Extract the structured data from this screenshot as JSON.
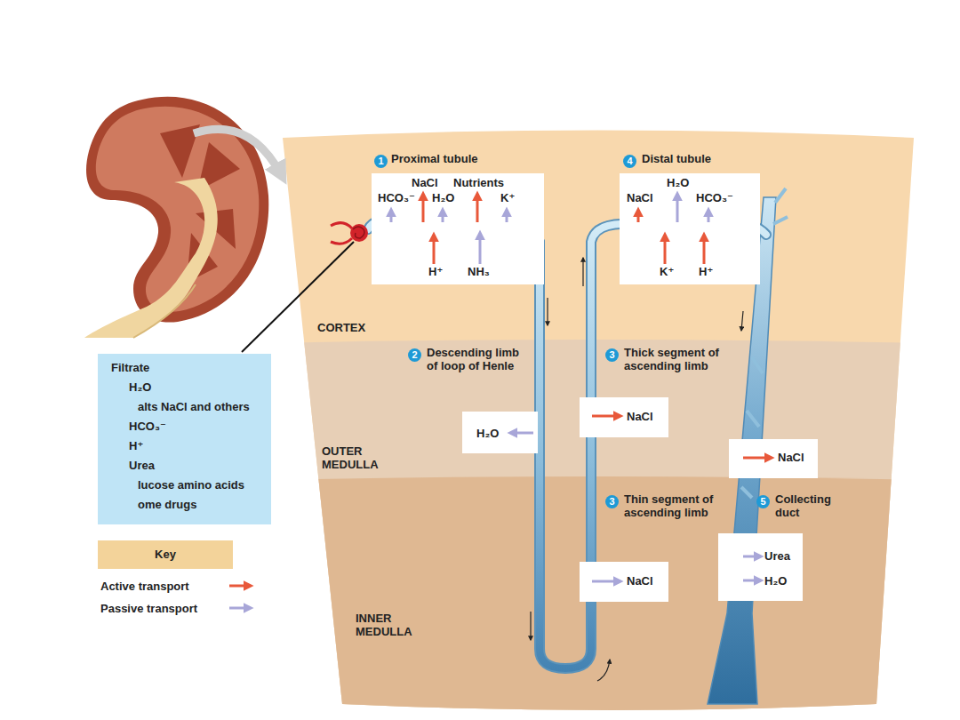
{
  "diagram": {
    "nodes": [
      {
        "text": [
          "Filtrate",
          "H₂O",
          "alts NaCl and others",
          "HCO₃⁻",
          "H⁺",
          "Urea",
          "lucose amino acids",
          "ome drugs"
        ]
      },
      {
        "text": [
          "Proximal tubule",
          "HCO₃⁻",
          "NaCl",
          "Nutrients",
          "H₂O",
          "K⁺",
          "H⁺",
          "NH₃"
        ]
      },
      {
        "text": [
          "Distal tubule",
          "H₂O",
          "NaCl",
          "HCO₃⁻",
          "K⁺",
          "H⁺"
        ]
      },
      {
        "text": [
          "H₂O"
        ]
      },
      {
        "text": [
          "NaCl"
        ]
      },
      {
        "text": [
          "NaCl"
        ]
      },
      {
        "text": [
          "NaCl"
        ]
      },
      {
        "text": [
          "Urea",
          "H₂O"
        ]
      },
      {
        "text": [
          "Key"
        ]
      }
    ],
    "labels": [
      "1",
      "2",
      "3",
      "3",
      "4",
      "5",
      "CORTEX",
      "Descending limb of loop of Henle",
      "Thick segment of ascending limb",
      "OUTER MEDULLA",
      "Thin segment of ascending limb",
      "Collecting duct",
      "INNER MEDULLA"
    ],
    "legend": [
      {
        "text": "Active transport"
      },
      {
        "text": "Passive transport"
      }
    ]
  }
}
